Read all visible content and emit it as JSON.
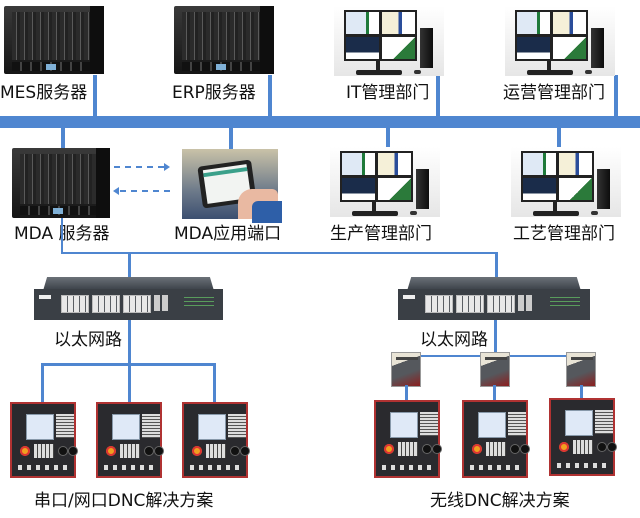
{
  "top_row": {
    "mes_server": "MES服务器",
    "erp_server": "ERP服务器",
    "it_dept": "IT管理部门",
    "ops_dept": "运营管理部门"
  },
  "middle_row": {
    "mda_server": "MDA 服务器",
    "mda_terminal": "MDA应用端口",
    "production_dept": "生产管理部门",
    "process_dept": "工艺管理部门"
  },
  "switches": {
    "left_label": "以太网路",
    "right_label": "以太网路"
  },
  "solutions": {
    "wired": "串口/网口DNC解决方案",
    "wireless": "无线DNC解决方案"
  },
  "colors": {
    "network_line": "#4f86d0",
    "cnc_border": "#b03232"
  }
}
